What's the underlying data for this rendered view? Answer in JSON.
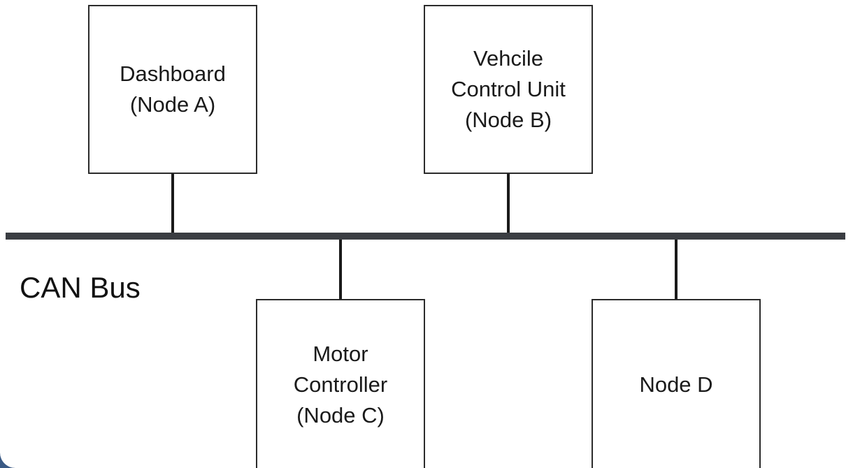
{
  "diagram": {
    "bus_label": "CAN Bus",
    "nodes": [
      {
        "id": "a",
        "label": "Dashboard\n(Node A)"
      },
      {
        "id": "b",
        "label": "Vehcile\nControl Unit\n(Node B)"
      },
      {
        "id": "c",
        "label": "Motor\nController\n(Node C)"
      },
      {
        "id": "d",
        "label": "Node D"
      }
    ]
  },
  "colors": {
    "bus": "#3a3d42",
    "box_border": "#2b2b2b",
    "frame_background": "#3a5a85"
  }
}
